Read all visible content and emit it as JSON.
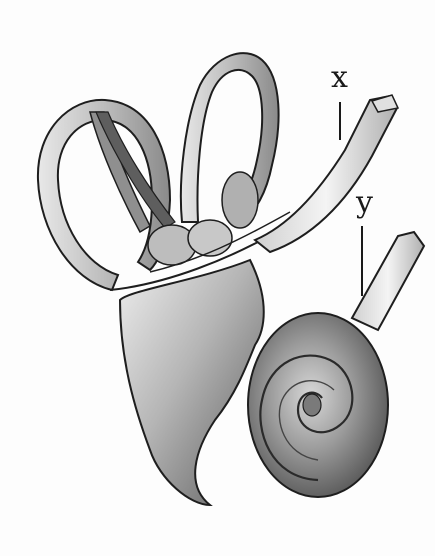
{
  "labels": {
    "x": "x",
    "y": "y"
  },
  "structures": {
    "semicircular_canals": 3,
    "cochlea": "spiral",
    "nerve_branches": 2
  },
  "colors": {
    "background": "#fdfdfd",
    "tissue_light": "#e6e6e6",
    "tissue_mid": "#a8a8a8",
    "tissue_dark": "#4a4a4a",
    "outline": "#1e1e1e",
    "label": "#1a1a1a"
  }
}
